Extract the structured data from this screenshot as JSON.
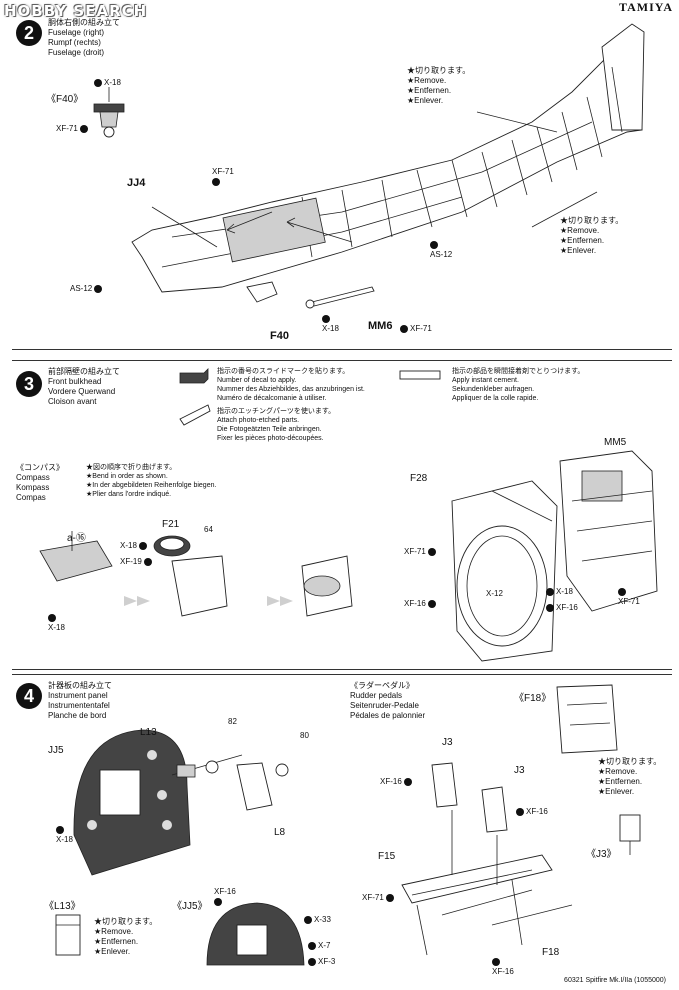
{
  "watermark": "HOBBY SEARCH",
  "brand": "TAMIYA",
  "step2": {
    "number": "2",
    "title_jp": "胴体右側の組み立て",
    "title_en": "Fuselage (right)",
    "title_de": "Rumpf (rechts)",
    "title_fr": "Fuselage (droit)",
    "inset_label": "《F40》",
    "cut_note_top": [
      "★切り取ります。",
      "★Remove.",
      "★Entfernen.",
      "★Enlever."
    ],
    "cut_note_mid": [
      "★切り取ります。",
      "★Remove.",
      "★Entfernen.",
      "★Enlever."
    ],
    "parts": {
      "jj4": "JJ4",
      "f40": "F40",
      "mm6": "MM6"
    },
    "paints": {
      "x18_top": "X-18",
      "xf71_inset": "XF-71",
      "xf71_cockpit": "XF-71",
      "as12_right": "AS-12",
      "as12_left": "AS-12",
      "x18_bottom": "X-18",
      "xf71_mm6": "XF-71"
    }
  },
  "step3": {
    "number": "3",
    "title_jp": "前部隔壁の組み立て",
    "title_en": "Front bulkhead",
    "title_de": "Vordere Querwand",
    "title_fr": "Cloison avant",
    "legend_decal": [
      "指示の番号のスライドマークを貼ります。",
      "Number of decal to apply.",
      "Nummer des Abziehbildes, das anzubringen ist.",
      "Numéro de décalcomanie à utiliser."
    ],
    "legend_etch": [
      "指示のエッチングパーツを使います。",
      "Attach photo-etched parts.",
      "Die Fotogeätzten Teile anbringen.",
      "Fixer les pièces photo-découpées."
    ],
    "legend_glue": [
      "指示の部品を瞬間接着剤でとりつけます。",
      "Apply instant cement.",
      "Sekundenkleber aufragen.",
      "Appliquer de la colle rapide."
    ],
    "compass_title": "《コンパス》",
    "compass_en": "Compass",
    "compass_de": "Kompass",
    "compass_fr": "Compas",
    "compass_notes": [
      "★図の順序で折り曲げます。",
      "★Bend in order as shown.",
      "★In der abgebildeten Reihenfolge biegen.",
      "★Plier dans l'ordre indiqué."
    ],
    "parts": {
      "a16": "a-⑯",
      "f21": "F21",
      "f28": "F28",
      "mm5": "MM5",
      "decal64": "64"
    },
    "paints": {
      "x18_a": "X-18",
      "x19": "XF-19",
      "x18_b": "X-18",
      "xf71_a": "XF-71",
      "xf16_a": "XF-16",
      "x12": "X-12",
      "x18_c": "X-18",
      "xf16_b": "XF-16",
      "xf71_b": "XF-71"
    }
  },
  "step4": {
    "number": "4",
    "title_jp": "計器板の組み立て",
    "title_en": "Instrument panel",
    "title_de": "Instrumententafel",
    "title_fr": "Planche de bord",
    "rudder_title": "《ラダーペダル》",
    "rudder_en": "Rudder pedals",
    "rudder_de": "Seitenruder-Pedale",
    "rudder_fr": "Pédales de palonnier",
    "inset_f18": "《F18》",
    "inset_j3": "《J3》",
    "inset_l13": "《L13》",
    "inset_jj5": "《JJ5》",
    "cut_note_f18": [
      "★切り取ります。",
      "★Remove.",
      "★Entfernen.",
      "★Enlever."
    ],
    "cut_note_l13": [
      "★切り取ります。",
      "★Remove.",
      "★Entfernen.",
      "★Enlever."
    ],
    "parts": {
      "jj5": "JJ5",
      "l13": "L13",
      "l8": "L8",
      "j3a": "J3",
      "j3b": "J3",
      "f15": "F15",
      "f18": "F18",
      "d82": "82",
      "d80": "80"
    },
    "paints": {
      "x18": "X-18",
      "xf16_a": "XF-16",
      "xf16_b": "XF-16",
      "xf71": "XF-71",
      "xf16_c": "XF-16",
      "xf16_jj5": "XF-16",
      "x33": "X-33",
      "x7": "X-7",
      "xf3": "XF-3"
    },
    "footer": "60321 Spitfire Mk.I/IIa (1055000)"
  }
}
